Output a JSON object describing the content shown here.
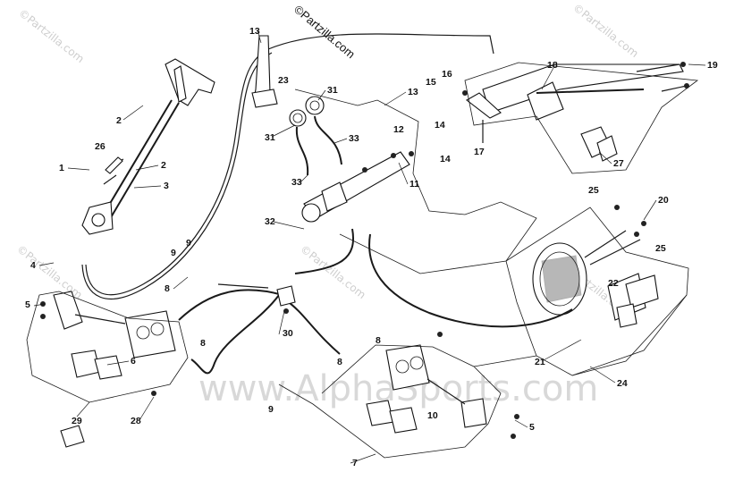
{
  "copyright": "©Partzilla.com",
  "watermark": {
    "main": "www.AlphaSports.com",
    "corner": "©Partzilla.com"
  },
  "callouts": [
    {
      "id": "c1",
      "text": "1"
    },
    {
      "id": "c2a",
      "text": "2"
    },
    {
      "id": "c2b",
      "text": "2"
    },
    {
      "id": "c3",
      "text": "3"
    },
    {
      "id": "c4",
      "text": "4"
    },
    {
      "id": "c5a",
      "text": "5"
    },
    {
      "id": "c5b",
      "text": "5"
    },
    {
      "id": "c6",
      "text": "6"
    },
    {
      "id": "c7",
      "text": "7"
    },
    {
      "id": "c8a",
      "text": "8"
    },
    {
      "id": "c8b",
      "text": "8"
    },
    {
      "id": "c8c",
      "text": "8"
    },
    {
      "id": "c8d",
      "text": "8"
    },
    {
      "id": "c9a",
      "text": "9"
    },
    {
      "id": "c9b",
      "text": "9"
    },
    {
      "id": "c9c",
      "text": "9"
    },
    {
      "id": "c10",
      "text": "10"
    },
    {
      "id": "c11",
      "text": "11"
    },
    {
      "id": "c12",
      "text": "12"
    },
    {
      "id": "c13a",
      "text": "13"
    },
    {
      "id": "c13b",
      "text": "13"
    },
    {
      "id": "c14a",
      "text": "14"
    },
    {
      "id": "c14b",
      "text": "14"
    },
    {
      "id": "c15",
      "text": "15"
    },
    {
      "id": "c16",
      "text": "16"
    },
    {
      "id": "c17",
      "text": "17"
    },
    {
      "id": "c18",
      "text": "18"
    },
    {
      "id": "c19",
      "text": "19"
    },
    {
      "id": "c20",
      "text": "20"
    },
    {
      "id": "c21",
      "text": "21"
    },
    {
      "id": "c22",
      "text": "22"
    },
    {
      "id": "c23",
      "text": "23"
    },
    {
      "id": "c24",
      "text": "24"
    },
    {
      "id": "c25a",
      "text": "25"
    },
    {
      "id": "c25b",
      "text": "25"
    },
    {
      "id": "c26",
      "text": "26"
    },
    {
      "id": "c27",
      "text": "27"
    },
    {
      "id": "c28",
      "text": "28"
    },
    {
      "id": "c29",
      "text": "29"
    },
    {
      "id": "c30",
      "text": "30"
    },
    {
      "id": "c31a",
      "text": "31"
    },
    {
      "id": "c31b",
      "text": "31"
    },
    {
      "id": "c32",
      "text": "32"
    },
    {
      "id": "c33a",
      "text": "33"
    },
    {
      "id": "c33b",
      "text": "33"
    }
  ]
}
